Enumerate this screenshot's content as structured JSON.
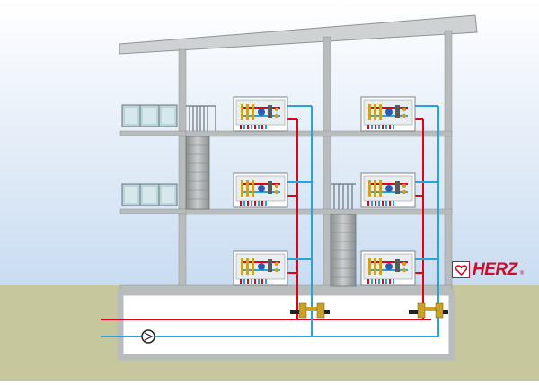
{
  "logo": {
    "text": "HERZ",
    "registered_mark": "®",
    "icon": "heart-icon",
    "color": "#c8102e"
  },
  "colors": {
    "sky_top": "#ffffff",
    "sky_bottom": "#c9dcf1",
    "ground": "#c7c79d",
    "wall": "#b8bcbd",
    "roof": "#cfd2d3",
    "supply_pipe": "#e4001b",
    "return_pipe": "#2aa3dc",
    "cabinet": "#ffffff",
    "glass": "#b9d6dc"
  },
  "components": {
    "distribution_cabinets": 6,
    "riser_pairs": 2,
    "circulation_pump": 1,
    "riser_valve_groups": 2,
    "floors_per_wing": 3
  }
}
